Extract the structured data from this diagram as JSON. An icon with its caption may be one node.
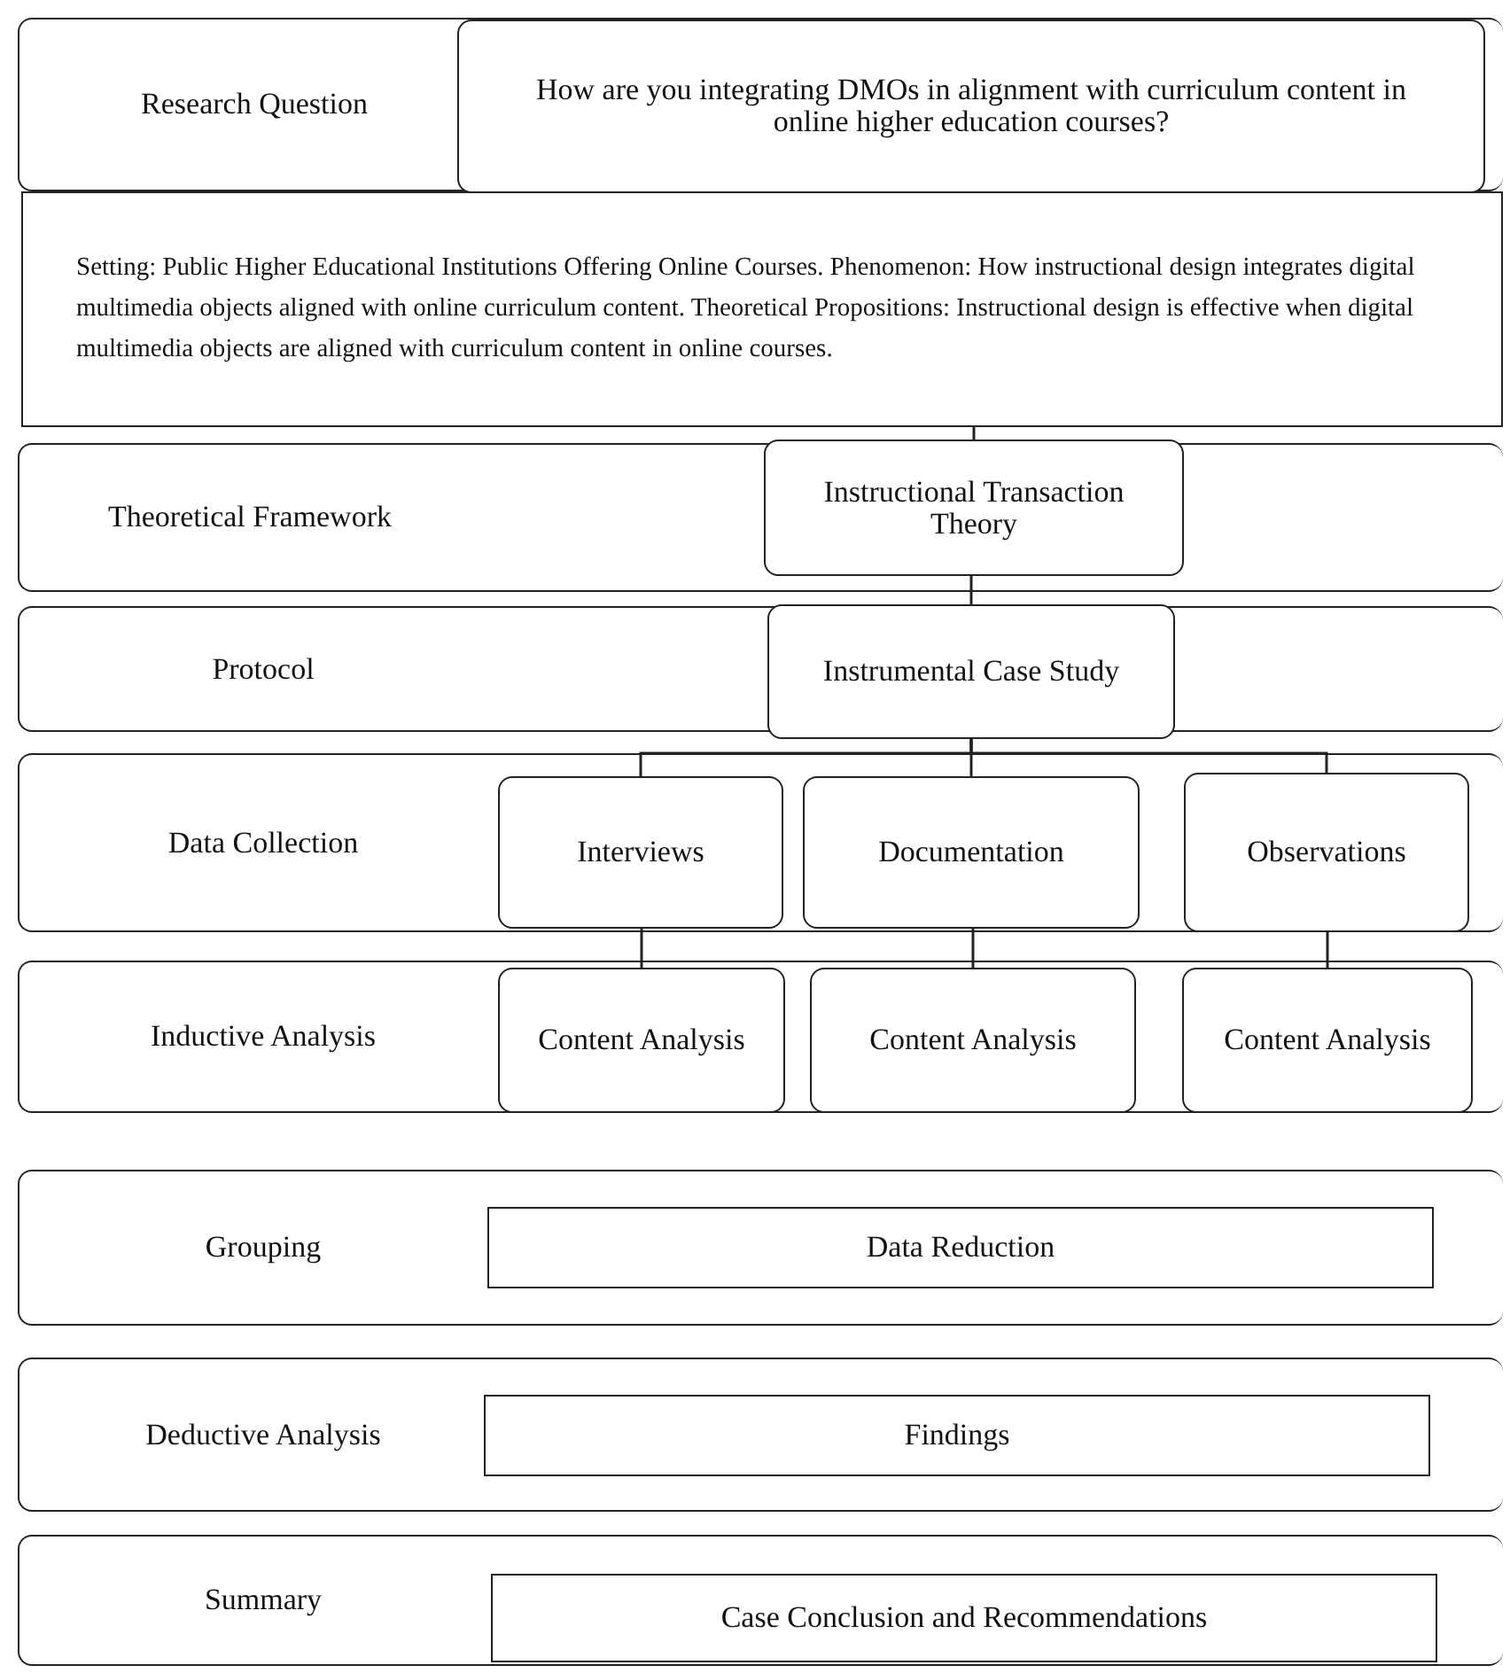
{
  "diagram": {
    "nodes": [
      {
        "text": [
          "Research Question"
        ]
      },
      {
        "text": [
          "How are you integrating DMOs in alignment with curriculum content in online higher education courses?"
        ],
        "in": 0
      },
      {
        "text": [
          "Setting:  Public Higher Educational Institutions Offering Online Courses. Phenomenon: How instructional design integrates digital multimedia objects aligned with online curriculum content. Theoretical Propositions: Instructional design is effective when digital multimedia objects are aligned with curriculum content in online courses."
        ]
      },
      {
        "text": [
          "Theoretical Framework"
        ]
      },
      {
        "text": [
          "Instructional Transaction Theory"
        ],
        "in": 3
      },
      {
        "text": [
          "Protocol"
        ]
      },
      {
        "text": [
          "Instrumental Case Study"
        ],
        "in": 5
      },
      {
        "text": [
          "Data Collection"
        ]
      },
      {
        "text": [
          "Interviews"
        ],
        "in": 7
      },
      {
        "text": [
          "Documentation"
        ],
        "in": 7
      },
      {
        "text": [
          "Observations"
        ],
        "in": 7
      },
      {
        "text": [
          "Inductive Analysis"
        ]
      },
      {
        "text": [
          "Content Analysis"
        ],
        "in": 11
      },
      {
        "text": [
          "Content Analysis"
        ],
        "in": 11
      },
      {
        "text": [
          "Content Analysis"
        ],
        "in": 11
      },
      {
        "text": [
          "Grouping"
        ]
      },
      {
        "text": [
          "Data Reduction"
        ],
        "in": 15
      },
      {
        "text": [
          "Deductive Analysis"
        ]
      },
      {
        "text": [
          "Findings"
        ],
        "in": 17
      },
      {
        "text": [
          "Summary"
        ]
      },
      {
        "text": [
          "Case Conclusion and Recommendations"
        ],
        "in": 19
      }
    ],
    "edges": [
      {
        "from": 2,
        "to": 4,
        "arrow": "none"
      },
      {
        "from": 4,
        "to": 6,
        "arrow": "none"
      },
      {
        "from": 6,
        "to": 8,
        "arrow": "none"
      },
      {
        "from": 6,
        "to": 9,
        "arrow": "none"
      },
      {
        "from": 6,
        "to": 10,
        "arrow": "none"
      },
      {
        "from": 8,
        "to": 12,
        "arrow": "none"
      },
      {
        "from": 9,
        "to": 13,
        "arrow": "none"
      },
      {
        "from": 10,
        "to": 14,
        "arrow": "none"
      }
    ]
  }
}
